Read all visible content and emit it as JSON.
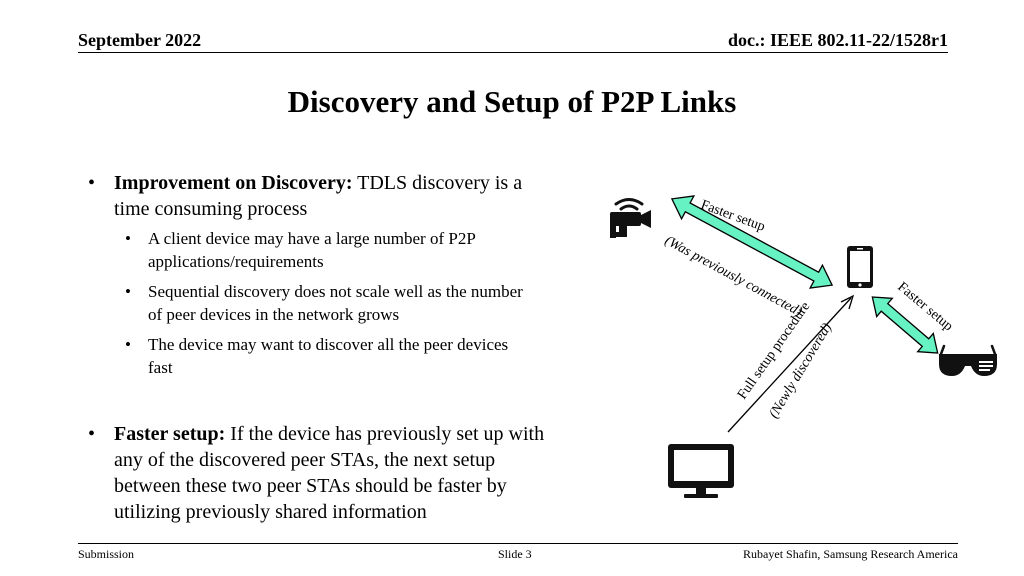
{
  "header": {
    "date": "September 2022",
    "doc": "doc.: IEEE 802.11-22/1528r1"
  },
  "title": "Discovery and Setup of P2P Links",
  "bullets": [
    {
      "bold": "Improvement on Discovery:",
      "text_line1": " TDLS discovery is a",
      "text_line2": "time consuming process",
      "sub": [
        {
          "line1": "A client device may have a large number of P2P",
          "line2": "applications/requirements"
        },
        {
          "line1": "Sequential discovery does not scale well as the number",
          "line2": "of peer devices in the network grows"
        },
        {
          "line1": "The device may want to discover all the peer devices",
          "line2": "fast"
        }
      ]
    },
    {
      "bold": "Faster setup:",
      "lines": [
        " If the device has previously set up with",
        "any of the discovered peer STAs, the next setup",
        "between these two peer STAs should be faster by",
        "utilizing previously shared information"
      ]
    }
  ],
  "diagram": {
    "link1_label": "Faster setup",
    "link1_sub": "(Was previously connected)",
    "link2_label": "Faster setup",
    "link3_label": "Full setup procedure",
    "link3_sub": "(Newly discovered)",
    "arrow_color": "#66f2c3",
    "icons": [
      "security-camera-icon",
      "smartphone-icon",
      "vr-goggles-icon",
      "monitor-icon"
    ]
  },
  "footer": {
    "left": "Submission",
    "center": "Slide 3",
    "right": "Rubayet Shafin, Samsung Research America"
  }
}
